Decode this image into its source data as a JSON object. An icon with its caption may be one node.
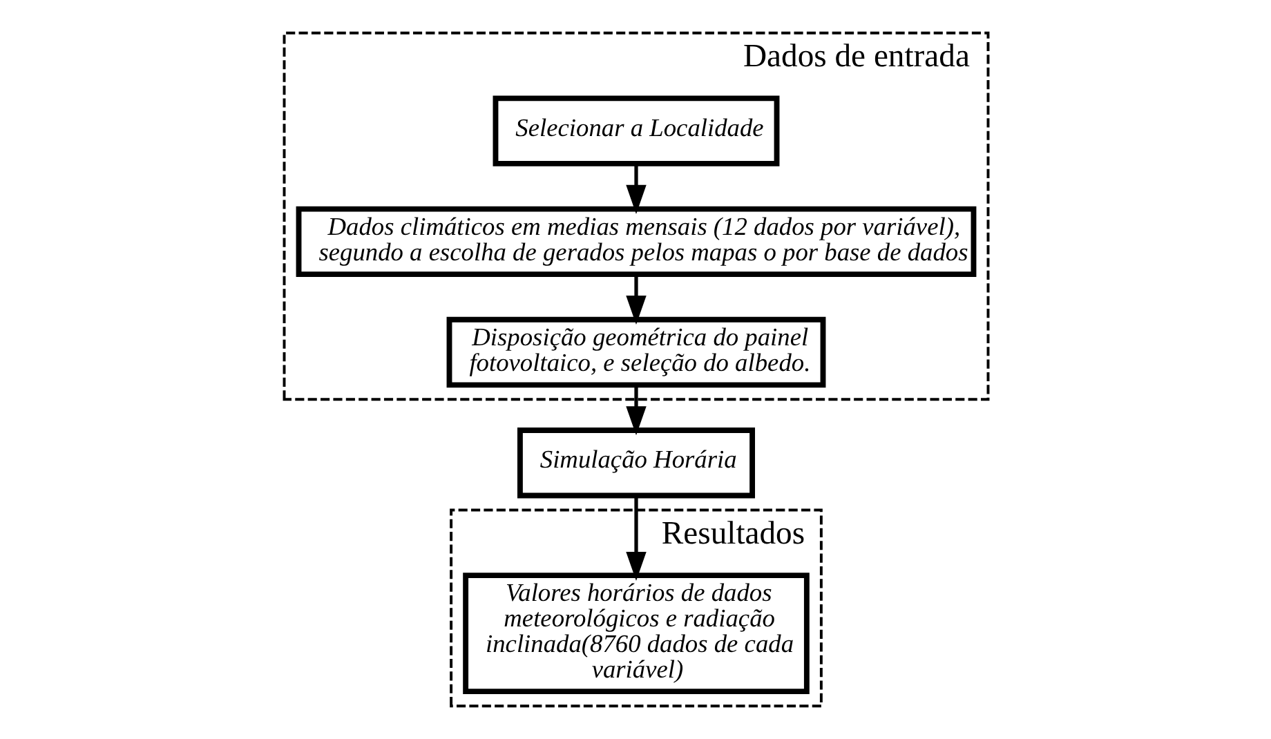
{
  "diagram": {
    "nodes": [
      {
        "text": [
          "Dados de entrada"
        ]
      },
      {
        "text": [
          "Selecionar a Localidade"
        ],
        "in": 0
      },
      {
        "text": [
          "Dados climáticos em medias mensais (12 dados por variável), segundo a escolha de gerados pelos mapas o por base de dados"
        ],
        "in": 0
      },
      {
        "text": [
          "Disposição geométrica do painel fotovoltaico, e seleção do albedo."
        ],
        "in": 0
      },
      {
        "text": [
          "Simulação Horária"
        ]
      },
      {
        "text": [
          "Resultados"
        ]
      },
      {
        "text": [
          "Valores horários de dados meteorológicos e radiação inclinada(8760 dados de cada variável)"
        ],
        "in": 5
      }
    ],
    "edges": [
      {
        "from": 1,
        "to": 2,
        "arrow": "to"
      },
      {
        "from": 2,
        "to": 3,
        "arrow": "to"
      },
      {
        "from": 3,
        "to": 4,
        "arrow": "to"
      },
      {
        "from": 4,
        "to": 6,
        "arrow": "to"
      }
    ]
  }
}
